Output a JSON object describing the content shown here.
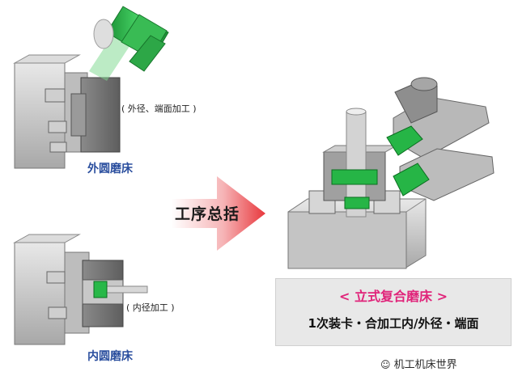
{
  "external": {
    "label": "外圆磨床",
    "note": "( 外径、端面加工 )"
  },
  "internal": {
    "label": "内圆磨床",
    "note": "( 内径加工 )"
  },
  "arrow": {
    "label": "工序总括"
  },
  "result": {
    "title": "< 立式复合磨床 >",
    "description": "1次装卡・合加工内/外径・端面"
  },
  "watermark": "机工机床世界",
  "colors": {
    "accent_green": "#27b24a",
    "title_pink": "#e0247a",
    "label_blue": "#2a4e9e",
    "arrow_red": "#e8383d"
  }
}
